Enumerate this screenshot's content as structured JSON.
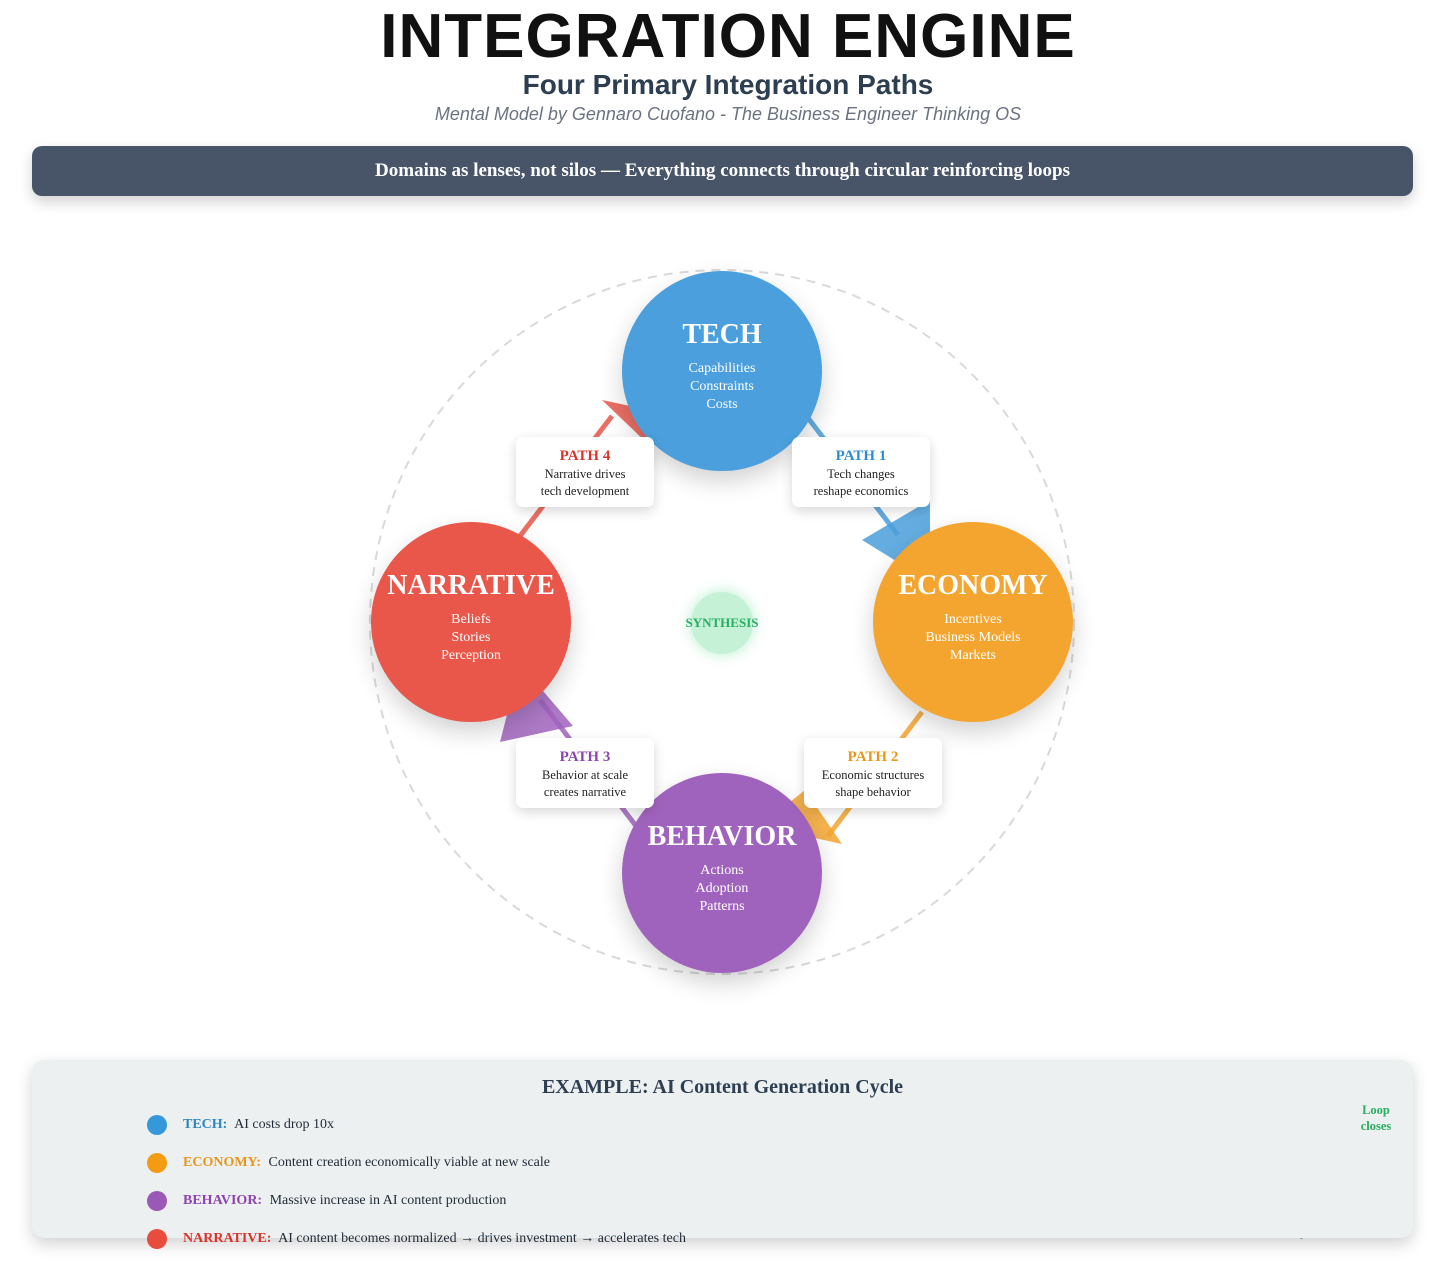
{
  "header": {
    "title": "INTEGRATION ENGINE",
    "subtitle": "Four Primary Integration Paths",
    "credit": "Mental Model by Gennaro Cuofano - The Business Engineer Thinking OS"
  },
  "banner": {
    "text": "Domains as lenses, not silos — Everything connects through circular reinforcing loops"
  },
  "nodes": {
    "tech": {
      "name": "TECH",
      "attrs": [
        "Capabilities",
        "Constraints",
        "Costs"
      ],
      "color": "#4a9fdc"
    },
    "economy": {
      "name": "ECONOMY",
      "attrs": [
        "Incentives",
        "Business Models",
        "Markets"
      ],
      "color": "#f3a530"
    },
    "behavior": {
      "name": "BEHAVIOR",
      "attrs": [
        "Actions",
        "Adoption",
        "Patterns"
      ],
      "color": "#a063bd"
    },
    "narrative": {
      "name": "NARRATIVE",
      "attrs": [
        "Beliefs",
        "Stories",
        "Perception"
      ],
      "color": "#e8574a"
    }
  },
  "paths": {
    "p1": {
      "label": "PATH 1",
      "line1": "Tech changes",
      "line2": "reshape economics",
      "color": "#2e8ccf"
    },
    "p2": {
      "label": "PATH 2",
      "line1": "Economic structures",
      "line2": "shape behavior",
      "color": "#e8961a"
    },
    "p3": {
      "label": "PATH 3",
      "line1": "Behavior at scale",
      "line2": "creates narrative",
      "color": "#8e44ad"
    },
    "p4": {
      "label": "PATH 4",
      "line1": "Narrative drives",
      "line2": "tech development",
      "color": "#d9342b"
    }
  },
  "center": {
    "label": "SYNTHESIS",
    "color": "#27ae60"
  },
  "example": {
    "title": "EXAMPLE: AI Content Generation Cycle",
    "rows": [
      {
        "key": "TECH:",
        "text": "AI costs drop 10x",
        "color": "#3498db",
        "key_color": "#2e86c1"
      },
      {
        "key": "ECONOMY:",
        "text": "Content creation economically viable at new scale",
        "color": "#f39c12",
        "key_color": "#e8961a"
      },
      {
        "key": "BEHAVIOR:",
        "text": "Massive increase in AI content production",
        "color": "#9b59b6",
        "key_color": "#8e44ad"
      },
      {
        "key": "NARRATIVE:",
        "text": "AI content becomes normalized → drives investment → accelerates tech",
        "color": "#e74c3c",
        "key_color": "#d9342b"
      }
    ],
    "loop_line1": "Loop",
    "loop_line2": "closes"
  }
}
